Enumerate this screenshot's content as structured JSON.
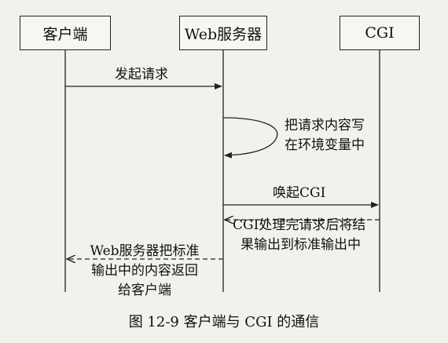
{
  "actors": {
    "client": "客户端",
    "web_server": "Web服务器",
    "cgi": "CGI"
  },
  "messages": {
    "send_request": "发起请求",
    "write_env_line1": "把请求内容写",
    "write_env_line2": "在环境变量中",
    "invoke_cgi": "唤起CGI",
    "cgi_done_line1": "CGI处理完请求后将结",
    "cgi_done_line2": "果输出到标准输出中",
    "return_line1": "Web服务器把标准",
    "return_line2": "输出中的内容返回",
    "return_line3": "给客户端"
  },
  "caption": "图 12-9   客户端与 CGI 的通信",
  "colors": {
    "line": "#222222",
    "paper": "#f3f1ec"
  }
}
